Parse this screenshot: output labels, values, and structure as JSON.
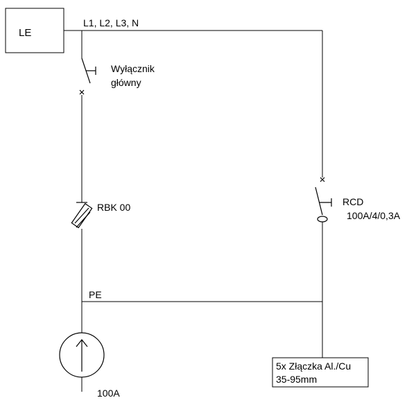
{
  "diagram": {
    "le_box": {
      "label": "LE"
    },
    "phases_label": "L1, L2, L3, N",
    "main_switch": {
      "label_line1": "Wyłącznik",
      "label_line2": "główny"
    },
    "fuse": {
      "label": "RBK 00"
    },
    "rcd": {
      "label_line1": "RCD",
      "label_line2": "100A/4/0,3A"
    },
    "pe_label": "PE",
    "supply": {
      "rating": "100A"
    },
    "terminal_box": {
      "label_line1": "5x Złączka Al./Cu",
      "label_line2": "35-95mm"
    }
  },
  "colors": {
    "line": "#000000",
    "background": "#ffffff"
  }
}
